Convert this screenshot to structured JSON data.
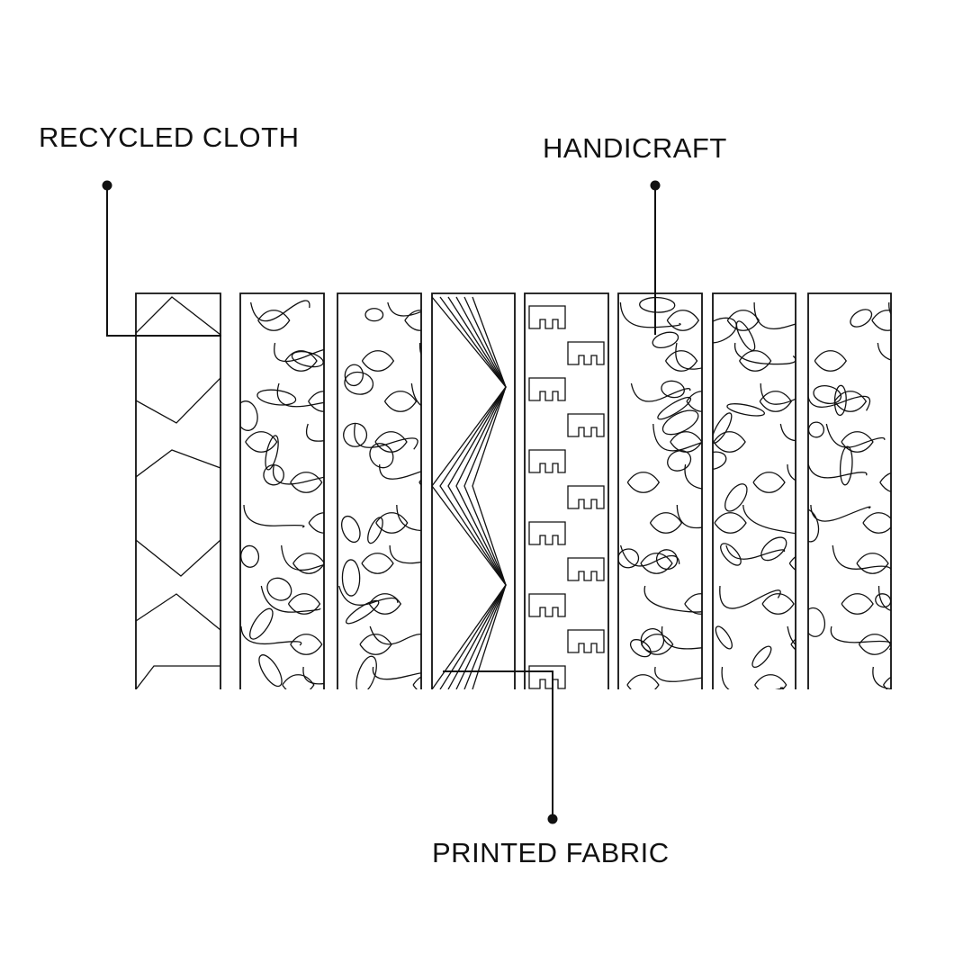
{
  "labels": {
    "recycled_cloth": "RECYCLED CLOTH",
    "handicraft": "HANDICRAFT",
    "printed_fabric": "PRINTED FABRIC"
  },
  "panels": [
    "zigzag-outline",
    "floral",
    "leaf",
    "chevron",
    "elephant",
    "lotus",
    "foliage",
    "damask"
  ],
  "colors": {
    "ink": "#111111",
    "background": "#ffffff"
  }
}
